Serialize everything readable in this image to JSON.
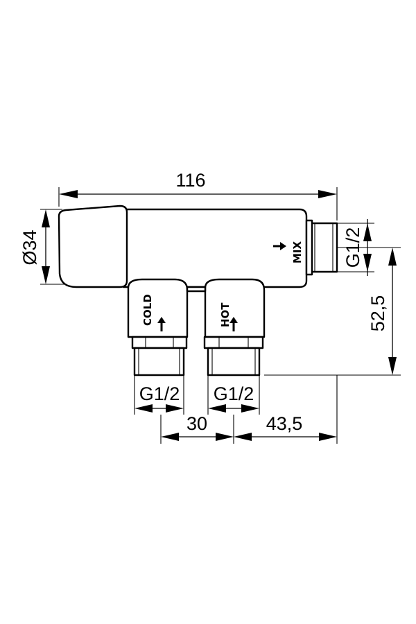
{
  "dimensions": {
    "overall_length": "116",
    "diameter": "Ø34",
    "outlet_height": "52,5",
    "inlet_spacing": "30",
    "inlet_to_outlet": "43,5",
    "outlet_thread": "G1/2",
    "cold_thread": "G1/2",
    "hot_thread": "G1/2"
  },
  "labels": {
    "cold": "COLD",
    "hot": "HOT",
    "mix": "MIX"
  },
  "colors": {
    "line": "#000000",
    "background": "#ffffff"
  }
}
